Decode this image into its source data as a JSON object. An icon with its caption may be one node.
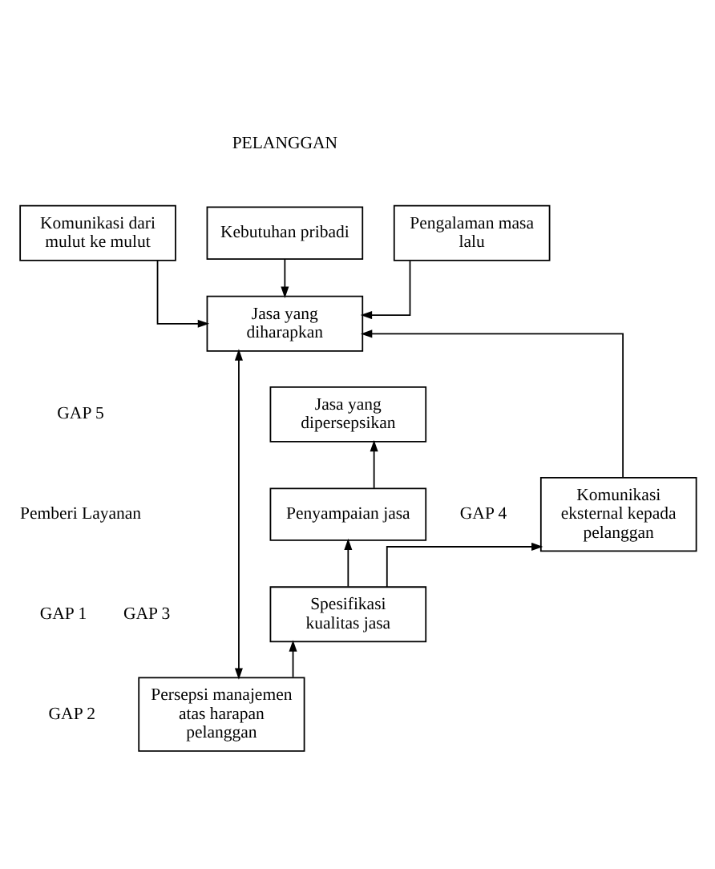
{
  "diagram": {
    "nodes": [
      {
        "text": [
          "Komunikasi dari mulut ke mulut"
        ]
      },
      {
        "text": [
          "Kebutuhan pribadi"
        ]
      },
      {
        "text": [
          "Pengalaman masa lalu"
        ]
      },
      {
        "text": [
          "Jasa yang diharapkan"
        ]
      },
      {
        "text": [
          "Jasa yang dipersepsikan"
        ]
      },
      {
        "text": [
          "Penyampaian jasa"
        ]
      },
      {
        "text": [
          "Komunikasi eksternal kepada pelanggan"
        ]
      },
      {
        "text": [
          "Spesifikasi kualitas jasa"
        ]
      },
      {
        "text": [
          "Persepsi manajemen atas harapan pelanggan"
        ]
      }
    ],
    "edges": [
      {
        "from": 0,
        "to": 3,
        "arrow": "to"
      },
      {
        "from": 1,
        "to": 3,
        "arrow": "to"
      },
      {
        "from": 2,
        "to": 3,
        "arrow": "to"
      },
      {
        "from": 6,
        "to": 3,
        "arrow": "to"
      },
      {
        "from": 5,
        "to": 4,
        "arrow": "to"
      },
      {
        "from": 7,
        "to": 5,
        "arrow": "to"
      },
      {
        "from": 7,
        "to": 6,
        "arrow": "to"
      },
      {
        "from": 8,
        "to": 7,
        "arrow": "to"
      },
      {
        "from": 3,
        "to": 8,
        "arrow": "both"
      }
    ],
    "labels": [
      "PELANGGAN",
      "GAP 5",
      "Pemberi Layanan",
      "GAP 4",
      "GAP 1",
      "GAP 3",
      "GAP 2"
    ]
  }
}
